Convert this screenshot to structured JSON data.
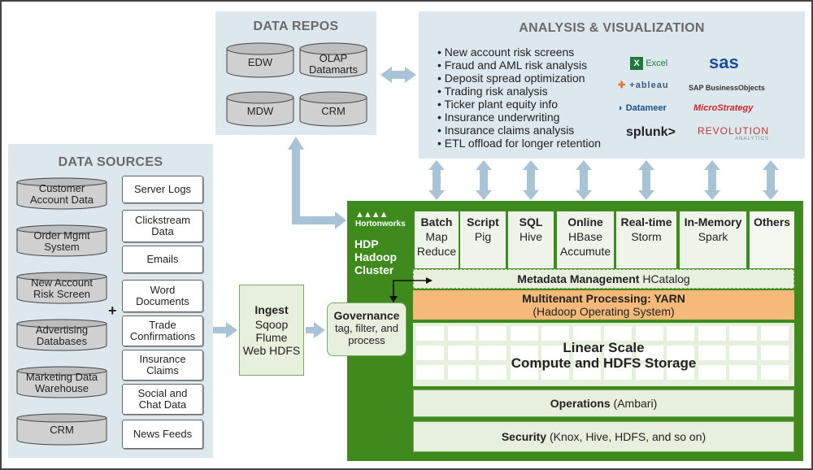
{
  "repos": {
    "title": "DATA REPOS",
    "items": [
      "EDW",
      "OLAP\nDatamarts",
      "MDW",
      "CRM"
    ]
  },
  "analysis": {
    "title": "ANALYSIS & VISUALIZATION",
    "bullets": [
      "New account risk screens",
      "Fraud and AML risk analysis",
      "Deposit spread optimization",
      "Trading risk analysis",
      "Ticker plant equity info",
      "Insurance underwriting",
      "Insurance claims analysis",
      "ETL offload for longer retention"
    ],
    "logos": {
      "excel": "Excel",
      "sas": "sas",
      "tableau": "+ableau",
      "sap": "SAP BusinessObjects",
      "datameer": "Datameer",
      "microstrategy": "MicroStrategy",
      "splunk": "splunk>",
      "revolution": "REVOLUTION",
      "revolution_sub": "ANALYTICS"
    }
  },
  "sources": {
    "title": "DATA SOURCES",
    "databases": [
      "Customer\nAccount Data",
      "Order Mgmt\nSystem",
      "New Account\nRisk Screen",
      "Advertising\nDatabases",
      "Marketing Data\nWarehouse",
      "CRM"
    ],
    "plus": "+",
    "feeds": [
      "Server Logs",
      "Clickstream\nData",
      "Emails",
      "Word\nDocuments",
      "Trade\nConfirmations",
      "Insurance\nClaims",
      "Social and\nChat Data",
      "News Feeds"
    ]
  },
  "ingest": {
    "title": "Ingest",
    "tools": "Sqoop\nFlume\nWeb HDFS"
  },
  "governance": {
    "title": "Governance",
    "desc": "tag, filter, and\nprocess"
  },
  "cluster": {
    "brand": "Hortonworks",
    "name": "HDP\nHadoop\nCluster",
    "engines": [
      {
        "title": "Batch",
        "sub": "Map\nReduce"
      },
      {
        "title": "Script",
        "sub": "Pig"
      },
      {
        "title": "SQL",
        "sub": "Hive"
      },
      {
        "title": "Online",
        "sub": "HBase\nAccumute"
      },
      {
        "title": "Real-time",
        "sub": "Storm"
      },
      {
        "title": "In-Memory",
        "sub": "Spark"
      },
      {
        "title": "Others",
        "sub": ""
      }
    ],
    "metadata": {
      "bold": "Metadata Management",
      "rest": " HCatalog"
    },
    "yarn": {
      "line1": "Multitenant Processing: YARN",
      "line2": "(Hadoop Operating System)"
    },
    "storage": {
      "line1": "Linear Scale",
      "line2": "Compute and HDFS Storage"
    },
    "operations": {
      "bold": "Operations",
      "rest": " (Ambari)"
    },
    "security": {
      "bold": "Security",
      "rest": " (Knox, Hive, HDFS, and so on)"
    }
  },
  "colors": {
    "panel": "#dde7ee",
    "arrow": "#a9c3d6",
    "cluster_green": "#3f8a1d",
    "yarn_orange": "#f6b97a",
    "light_green": "#e6f0dd"
  }
}
